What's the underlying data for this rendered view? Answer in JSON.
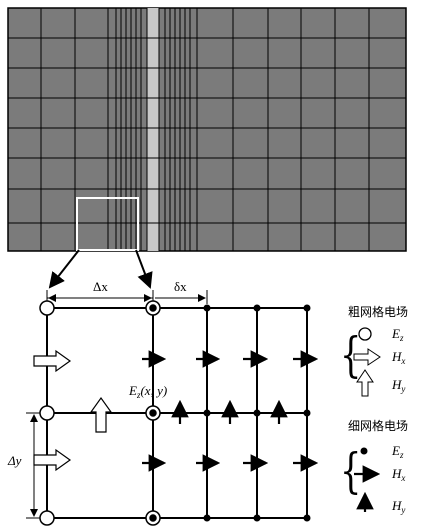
{
  "labels": {
    "dx": "Δx",
    "delta_x": "δx",
    "dy": "Δy",
    "ez_xy": "E",
    "ez_xy_sub": "z",
    "ez_xy_args": "(x, y)"
  },
  "legend_coarse": {
    "title": "粗网格电场",
    "items": [
      {
        "symbol": "open-circle",
        "label": "E",
        "sub": "z"
      },
      {
        "symbol": "open-arrow-right",
        "label": "H",
        "sub": "x"
      },
      {
        "symbol": "open-arrow-up",
        "label": "H",
        "sub": "y"
      }
    ]
  },
  "legend_fine": {
    "title": "细网格电场",
    "items": [
      {
        "symbol": "dot",
        "label": "E",
        "sub": "z"
      },
      {
        "symbol": "solid-arrow-right",
        "label": "H",
        "sub": "x"
      },
      {
        "symbol": "solid-arrow-up",
        "label": "H",
        "sub": "y"
      }
    ]
  },
  "colors": {
    "grid_fill": "#7b7b7b",
    "grid_light_band": "#c8c8c8",
    "grid_line": "#000000",
    "highlight_box": "#ffffff"
  }
}
